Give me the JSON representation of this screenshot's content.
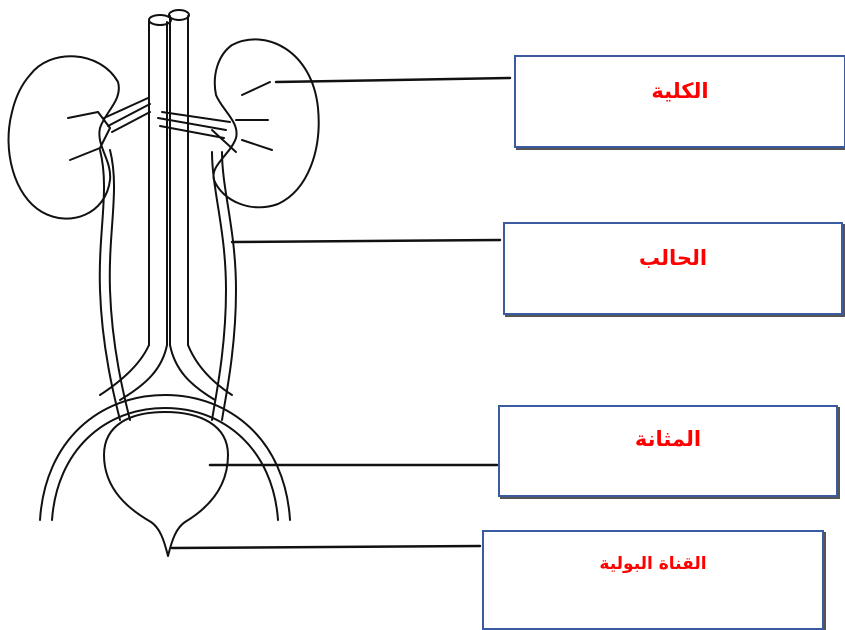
{
  "labels": {
    "kidney": "الكلية",
    "ureter": "الحالب",
    "bladder": "المثانة",
    "urethra": "القناة البولية"
  },
  "colors": {
    "label_text": "#ff0000",
    "box_border": "#3b5ba0",
    "drawing": "#111111"
  }
}
